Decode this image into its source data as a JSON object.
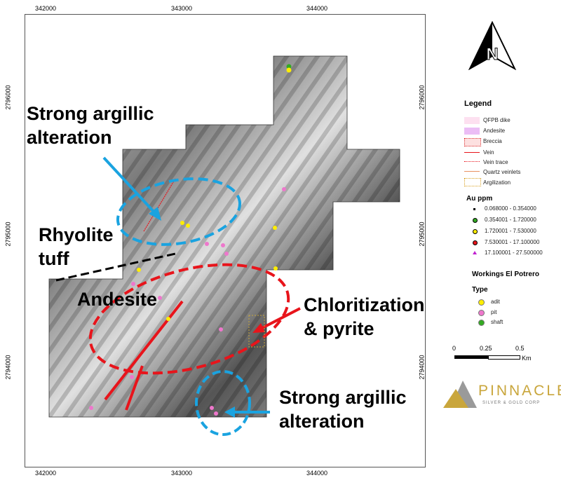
{
  "axes": {
    "x_ticks": [
      "342000",
      "343000",
      "344000"
    ],
    "y_ticks": [
      "2796000",
      "2795000",
      "2794000"
    ]
  },
  "annotations": {
    "strong_argillic_top": [
      "Strong argillic",
      "alteration"
    ],
    "rhyolite": [
      "Rhyolite",
      "tuff"
    ],
    "andesite": "Andesite",
    "chloritization": [
      "Chloritization",
      "& pyrite"
    ],
    "strong_argillic_bottom": [
      "Strong argillic",
      "alteration"
    ]
  },
  "north_arrow": "N",
  "legend": {
    "title": "Legend",
    "items": [
      "QFPB dike",
      "Andesite",
      "Breccia",
      "Vein",
      "Vein trace",
      "Quartz veinlets",
      "Argilization"
    ],
    "au_title": "Au ppm",
    "au_classes": [
      "0.068000 - 0.354000",
      "0.354001 - 1.720000",
      "1.720001 - 7.530000",
      "7.530001 - 17.100000",
      "17.100001 - 27.500000"
    ],
    "workings_title": "Workings El Potrero",
    "type_title": "Type",
    "types": [
      "adit",
      "pit",
      "shaft"
    ]
  },
  "colors": {
    "cyan": "#1aa3e0",
    "red": "#e8141b",
    "adit": "#ffee00",
    "pit": "#ee77cc",
    "shaft": "#33aa22",
    "gold": "#c9a63c"
  },
  "scale": {
    "labels": [
      "0",
      "0.25",
      "0.5"
    ],
    "unit": "Km"
  },
  "logo": {
    "name": "PINNACLE",
    "sub": "SILVER & GOLD CORP"
  }
}
